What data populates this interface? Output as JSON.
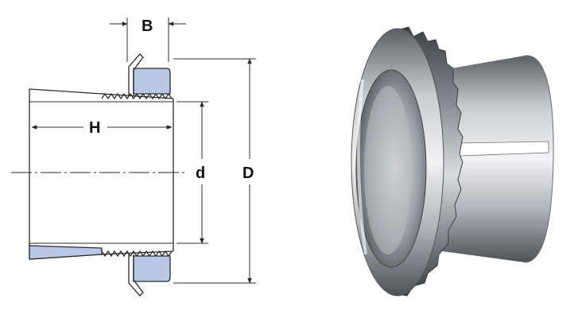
{
  "dimensions": {
    "B": "B",
    "H": "H",
    "d": "d",
    "D": "D"
  },
  "colors": {
    "section_fill": "#b8c7e6",
    "line": "#2b2b2b",
    "photo_background": "#ffffff"
  },
  "photo": {
    "subject": "adapter-sleeve-with-lock-nut"
  }
}
